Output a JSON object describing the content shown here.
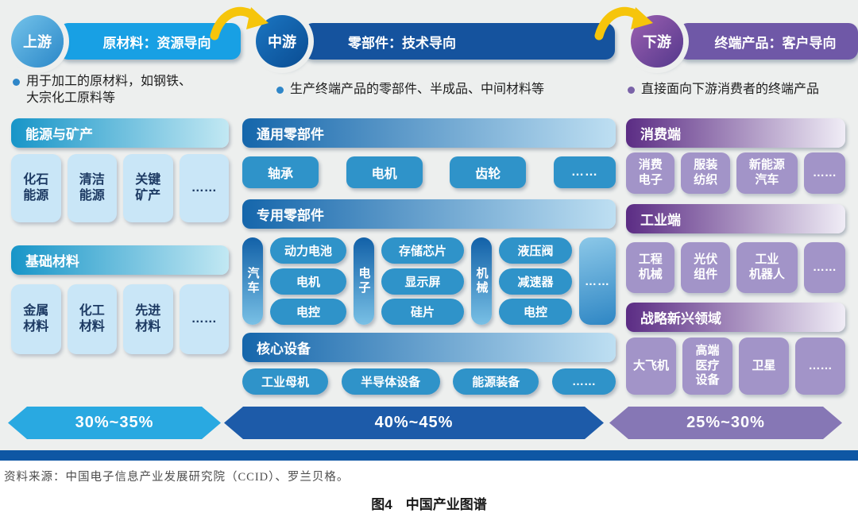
{
  "colors": {
    "upstream_accent": "#18a0e4",
    "midstream_accent": "#15539e",
    "downstream_accent": "#6f58a7",
    "flow_arrow_yellow": "#f6c50b",
    "share_upstream": "#29a9e1",
    "share_midstream": "#1d5ba9",
    "share_downstream": "#8677b5",
    "bottom_strip": "#0e57a4"
  },
  "streams": [
    {
      "label": "上游",
      "header": "原材料：资源导向",
      "bullet": "用于加工的原材料，如钢铁、\n大宗化工原料等",
      "share": "30%~35%",
      "sections": [
        {
          "title": "能源与矿产",
          "items": [
            "化石\n能源",
            "清洁\n能源",
            "关键\n矿产",
            "……"
          ]
        },
        {
          "title": "基础材料",
          "items": [
            "金属\n材料",
            "化工\n材料",
            "先进\n材料",
            "……"
          ]
        }
      ]
    },
    {
      "label": "中游",
      "header": "零部件：技术导向",
      "bullet": "生产终端产品的零部件、半成品、中间材料等",
      "share": "40%~45%",
      "sections": [
        {
          "title": "通用零部件",
          "items": [
            "轴承",
            "电机",
            "齿轮",
            "……"
          ]
        },
        {
          "title": "专用零部件",
          "groups": [
            {
              "label": "汽车",
              "items": [
                "动力电池",
                "电机",
                "电控"
              ]
            },
            {
              "label": "电子",
              "items": [
                "存储芯片",
                "显示屏",
                "硅片"
              ]
            },
            {
              "label": "机械",
              "items": [
                "液压阀",
                "减速器",
                "电控"
              ]
            }
          ],
          "more": "……"
        },
        {
          "title": "核心设备",
          "items": [
            "工业母机",
            "半导体设备",
            "能源装备",
            "……"
          ]
        }
      ]
    },
    {
      "label": "下游",
      "header": "终端产品：客户导向",
      "bullet": "直接面向下游消费者的终端产品",
      "share": "25%~30%",
      "sections": [
        {
          "title": "消费端",
          "items": [
            "消费\n电子",
            "服装\n纺织",
            "新能源\n汽车",
            "……"
          ]
        },
        {
          "title": "工业端",
          "items": [
            "工程\n机械",
            "光伏\n组件",
            "工业\n机器人",
            "……"
          ]
        },
        {
          "title": "战略新兴领域",
          "items": [
            "大飞机",
            "高端\n医疗\n设备",
            "卫星",
            "……"
          ]
        }
      ]
    }
  ],
  "footer": {
    "source": "资料来源：中国电子信息产业发展研究院（CCID）、罗兰贝格。",
    "caption": "图4　中国产业图谱"
  }
}
